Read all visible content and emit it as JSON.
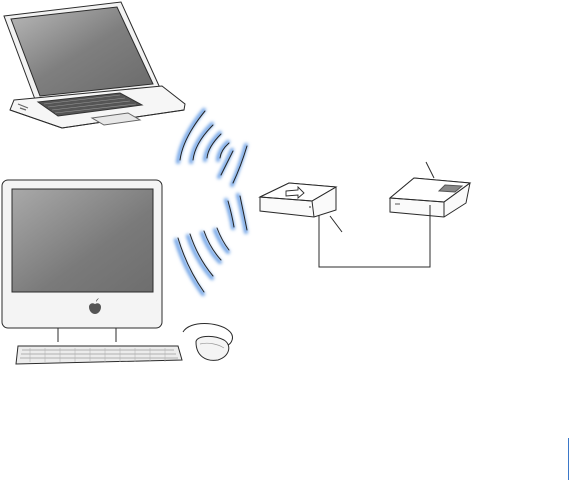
{
  "diagram": {
    "nodes": [
      {
        "id": "laptop",
        "icon": "laptop-icon"
      },
      {
        "id": "desktop",
        "icon": "desktop-computer-icon"
      },
      {
        "id": "keyboard",
        "icon": "keyboard-icon"
      },
      {
        "id": "mouse",
        "icon": "mouse-icon"
      },
      {
        "id": "base-station",
        "icon": "wireless-base-station-icon"
      },
      {
        "id": "modem",
        "icon": "modem-icon"
      }
    ],
    "connections": [
      {
        "from": "laptop",
        "to": "base-station",
        "type": "wireless"
      },
      {
        "from": "desktop",
        "to": "base-station",
        "type": "wireless"
      },
      {
        "from": "base-station",
        "to": "modem",
        "type": "cable"
      },
      {
        "from": "desktop",
        "to": "mouse",
        "type": "cable"
      }
    ],
    "colors": {
      "wave": "#6fa3e6",
      "outline": "#2b2b2b",
      "screen": "#8a8a8a",
      "accent": "#3b78c9"
    }
  }
}
